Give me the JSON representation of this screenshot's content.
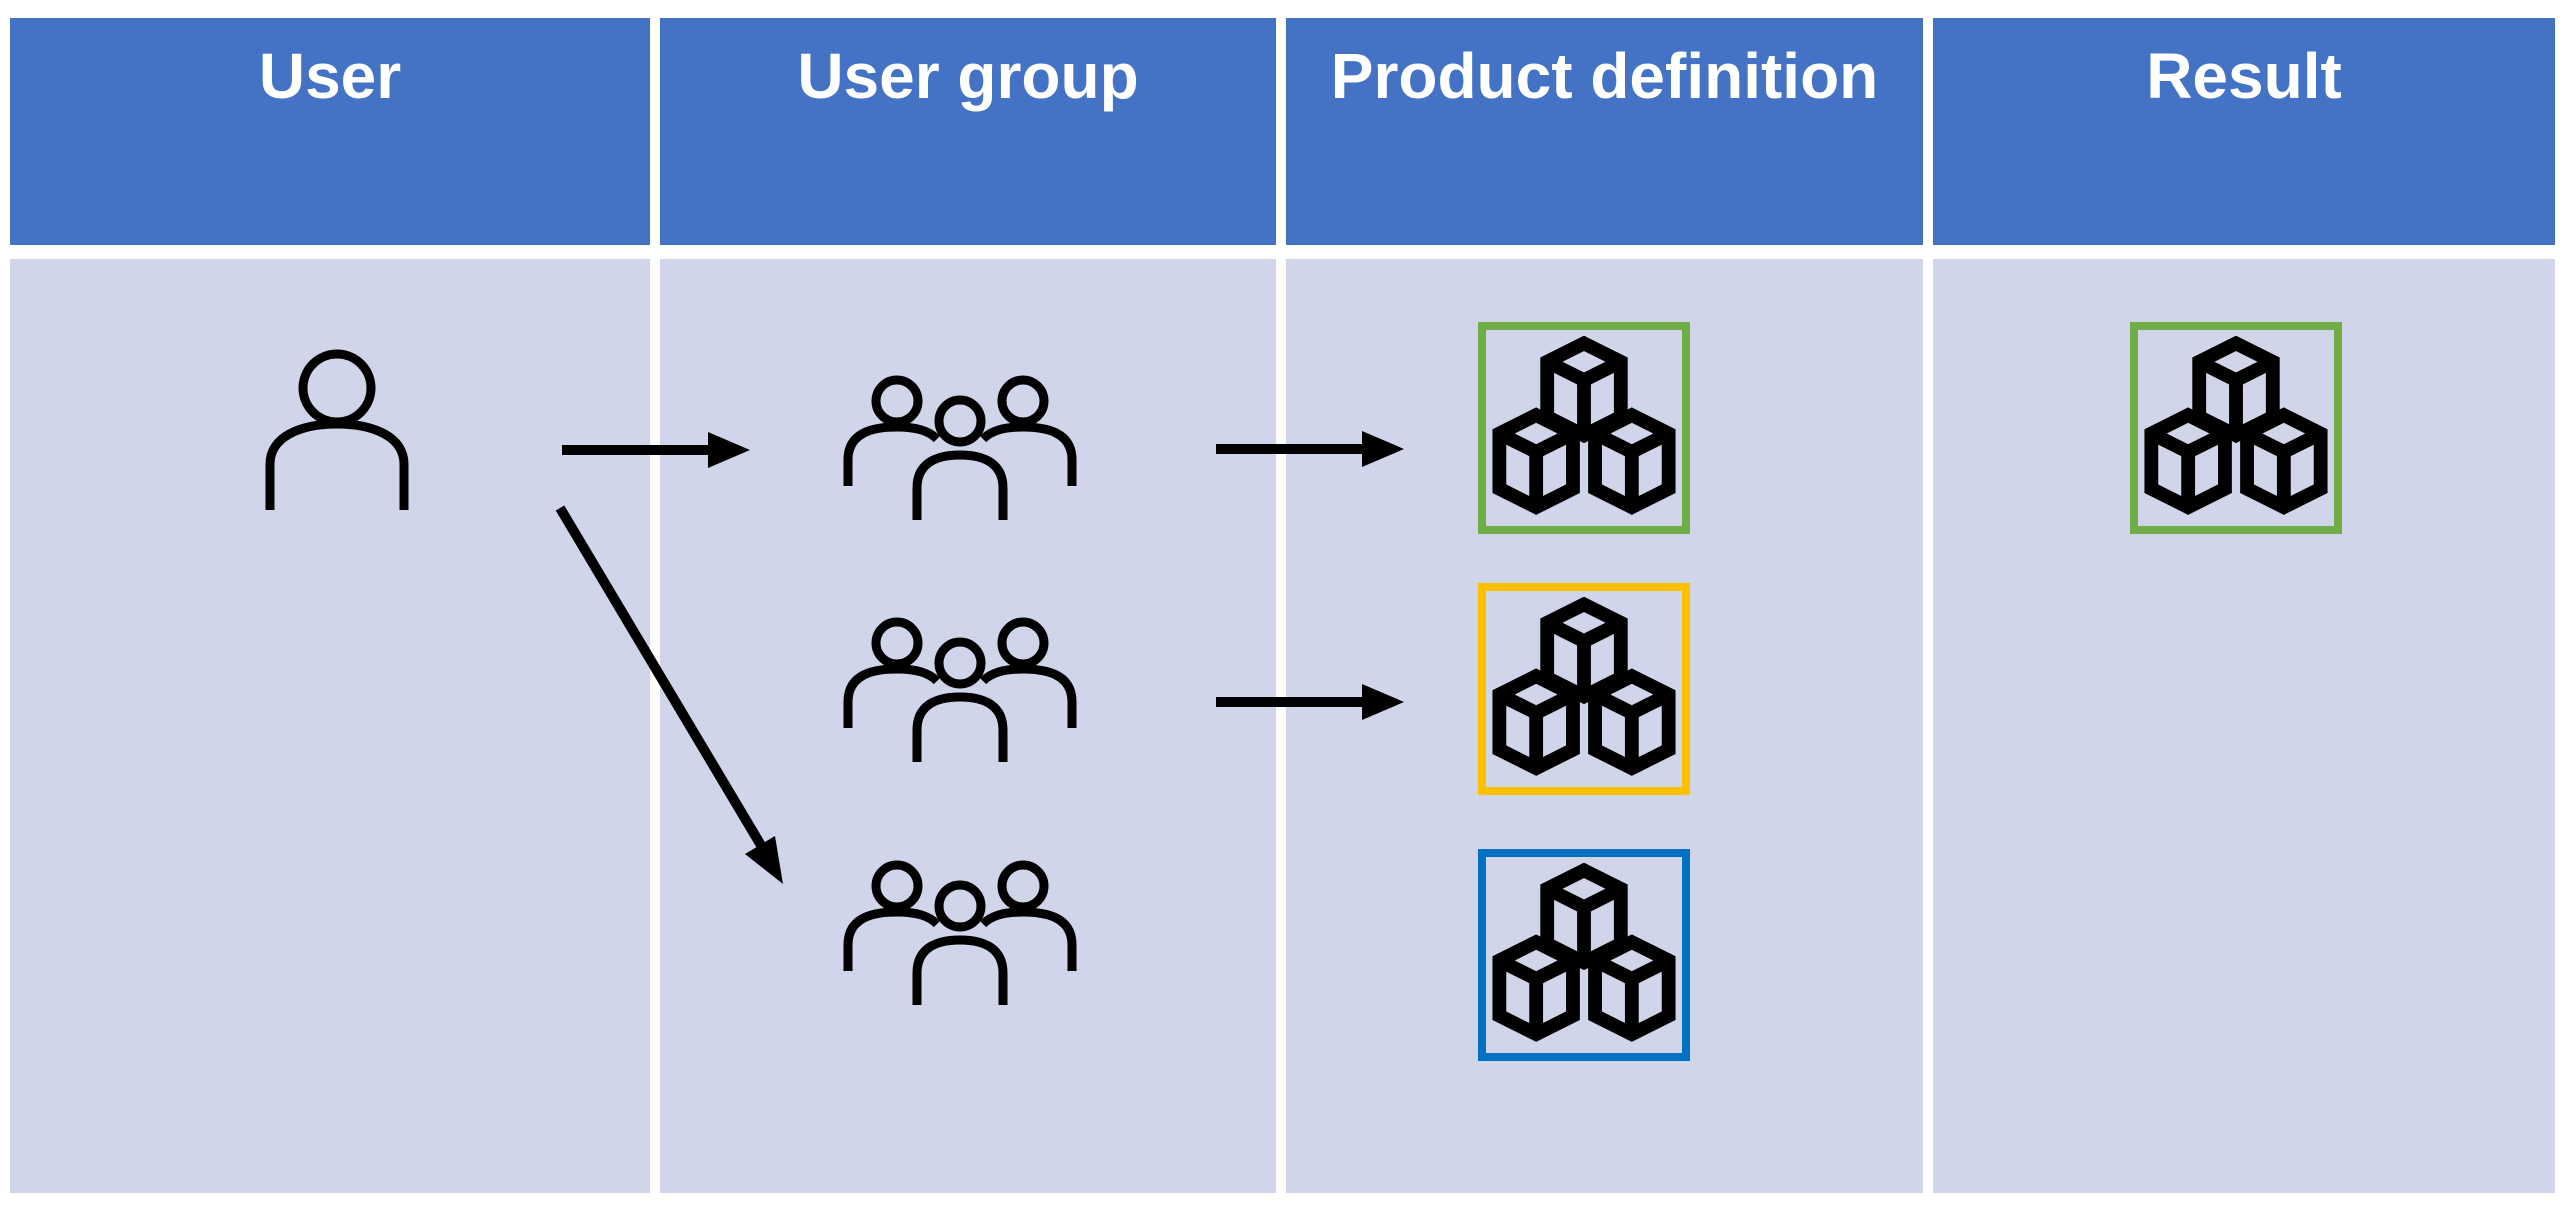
{
  "title": "User group product assignment table",
  "colors": {
    "header_bg": "#4472C4",
    "header_text": "#FFFFFF",
    "body_bg": "#D0D5E9",
    "divider": "#FFFFFF",
    "icon": "#000000",
    "arrow": "#000000",
    "product_border_green": "#70AD47",
    "product_border_yellow": "#FFC000",
    "product_border_blue": "#0070C0"
  },
  "table": {
    "columns": [
      {
        "id": "user",
        "label": "User"
      },
      {
        "id": "user-group",
        "label": "User group"
      },
      {
        "id": "product-definition",
        "label": "Product definition"
      },
      {
        "id": "result",
        "label": "Result"
      }
    ]
  },
  "diagram": {
    "user": {
      "icon": "person-outline-icon"
    },
    "user_groups": [
      {
        "icon": "people-group-icon"
      },
      {
        "icon": "people-group-icon"
      },
      {
        "icon": "people-group-icon"
      }
    ],
    "products": [
      {
        "icon": "stacked-cubes-icon",
        "border_color": "#70AD47"
      },
      {
        "icon": "stacked-cubes-icon",
        "border_color": "#FFC000"
      },
      {
        "icon": "stacked-cubes-icon",
        "border_color": "#0070C0"
      }
    ],
    "result": {
      "icon": "stacked-cubes-icon",
      "border_color": "#70AD47"
    },
    "arrows": [
      {
        "from": "user",
        "to": "user-group-1"
      },
      {
        "from": "user",
        "to": "user-group-3"
      },
      {
        "from": "user-group-1",
        "to": "product-1"
      },
      {
        "from": "user-group-2",
        "to": "product-2"
      }
    ]
  }
}
